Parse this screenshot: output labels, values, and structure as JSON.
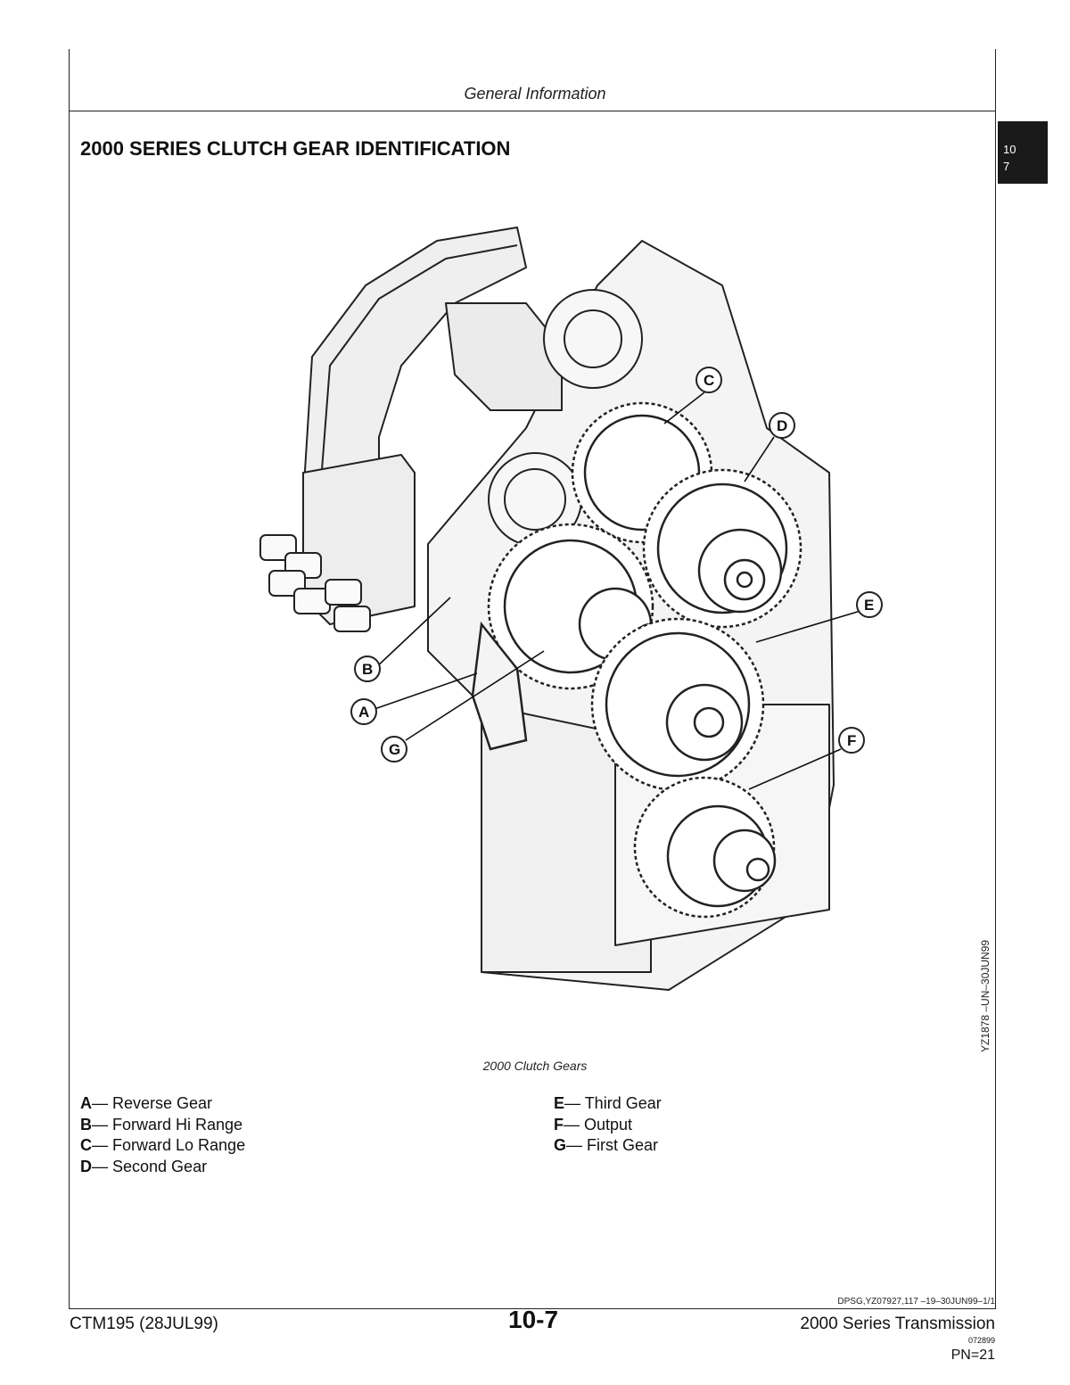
{
  "header": {
    "running_title": "General Information"
  },
  "section": {
    "title": "2000 SERIES CLUTCH GEAR IDENTIFICATION",
    "thumb_tab_line1": "10",
    "thumb_tab_line2": "7"
  },
  "figure": {
    "image_code": "YZ1878   –UN–30JUN99",
    "caption": "2000 Clutch Gears",
    "callouts": [
      "A",
      "B",
      "C",
      "D",
      "E",
      "F",
      "G"
    ]
  },
  "legend": {
    "left": [
      {
        "key": "A",
        "text": "— Reverse Gear"
      },
      {
        "key": "B",
        "text": "— Forward Hi Range"
      },
      {
        "key": "C",
        "text": "— Forward Lo Range"
      },
      {
        "key": "D",
        "text": "— Second Gear"
      }
    ],
    "right": [
      {
        "key": "E",
        "text": "— Third Gear"
      },
      {
        "key": "F",
        "text": "— Output"
      },
      {
        "key": "G",
        "text": "— First Gear"
      }
    ]
  },
  "footer": {
    "doc_code": "DPSG,YZ07927,117   –19–30JUN99–1/1",
    "manual": "CTM195 (28JUL99)",
    "page": "10-7",
    "title": "2000 Series Transmission",
    "number": "072899",
    "pn": "PN=21"
  }
}
